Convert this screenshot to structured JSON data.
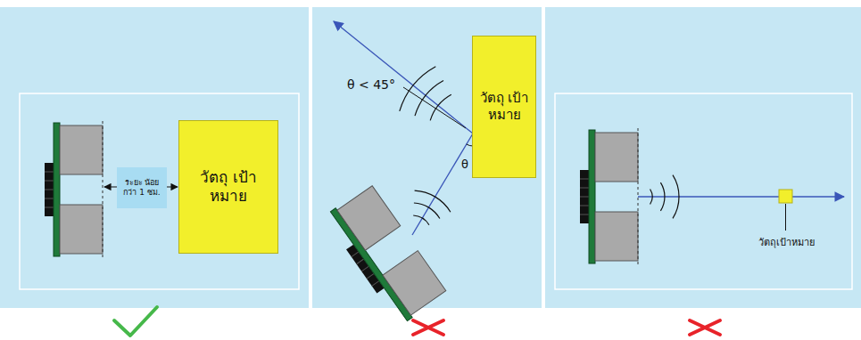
{
  "diagram": {
    "nodes": [
      {
        "text": [
          "ระยะ น้อยกว่า 1 ซม."
        ]
      },
      {
        "text": [
          "วัตถุ เป้าหมาย"
        ]
      },
      {
        "text": [
          "วัตถุ เป้าหมาย"
        ]
      }
    ],
    "labels": [
      "θ < 45°",
      "θ",
      "วัตถุเป้าหมาย"
    ]
  }
}
